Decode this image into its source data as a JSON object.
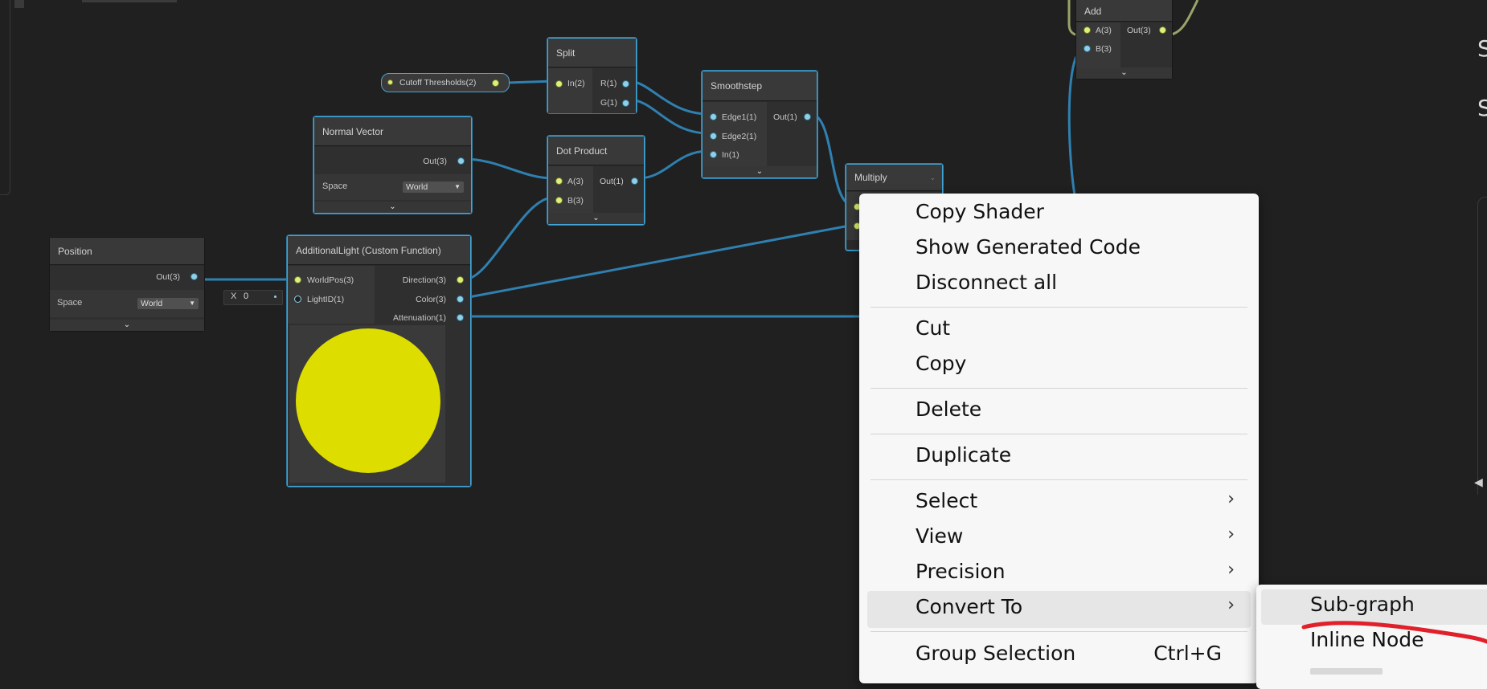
{
  "colors": {
    "canvas": "#202020",
    "wire_blue": "#2f80b0",
    "wire_olive": "#9aa36a",
    "selection": "#43a6d8",
    "preview_circle": "#dddd00",
    "annotation_red": "#e0202a"
  },
  "nodes": {
    "split": {
      "title": "Split",
      "in": "In(2)",
      "out_r": "R(1)",
      "out_g": "G(1)"
    },
    "cutoff": {
      "label": "Cutoff Thresholds(2)"
    },
    "normal_vector": {
      "title": "Normal Vector",
      "out": "Out(3)",
      "space_label": "Space",
      "space_value": "World"
    },
    "dot_product": {
      "title": "Dot Product",
      "in_a": "A(3)",
      "in_b": "B(3)",
      "out": "Out(1)"
    },
    "smoothstep": {
      "title": "Smoothstep",
      "edge1": "Edge1(1)",
      "edge2": "Edge2(1)",
      "in": "In(1)",
      "out": "Out(1)"
    },
    "multiply": {
      "title": "Multiply"
    },
    "add": {
      "title": "Add",
      "in_a": "A(3)",
      "in_b": "B(3)",
      "out": "Out(3)"
    },
    "position": {
      "title": "Position",
      "out": "Out(3)",
      "space_label": "Space",
      "space_value": "World"
    },
    "additional_light": {
      "title": "AdditionalLight (Custom Function)",
      "in_worldpos": "WorldPos(3)",
      "in_lightid": "LightID(1)",
      "out_direction": "Direction(3)",
      "out_color": "Color(3)",
      "out_attenuation": "Attenuation(1)",
      "lightid_field_label": "X",
      "lightid_field_value": "0"
    }
  },
  "context_menu": {
    "items": [
      {
        "label": "Copy Shader"
      },
      {
        "label": "Show Generated Code"
      },
      {
        "label": "Disconnect all"
      },
      {
        "label": "Cut"
      },
      {
        "label": "Copy"
      },
      {
        "label": "Delete"
      },
      {
        "label": "Duplicate"
      },
      {
        "label": "Select",
        "submenu": true
      },
      {
        "label": "View",
        "submenu": true
      },
      {
        "label": "Precision",
        "submenu": true
      },
      {
        "label": "Convert To",
        "submenu": true,
        "highlighted": true
      },
      {
        "label": "Group Selection",
        "shortcut": "Ctrl+G"
      }
    ],
    "chevron": "›"
  },
  "submenu": {
    "items": [
      {
        "label": "Sub-graph",
        "highlighted": true
      },
      {
        "label": "Inline Node"
      }
    ]
  },
  "right_edge": {
    "letter1": "S",
    "letter2": "S"
  }
}
